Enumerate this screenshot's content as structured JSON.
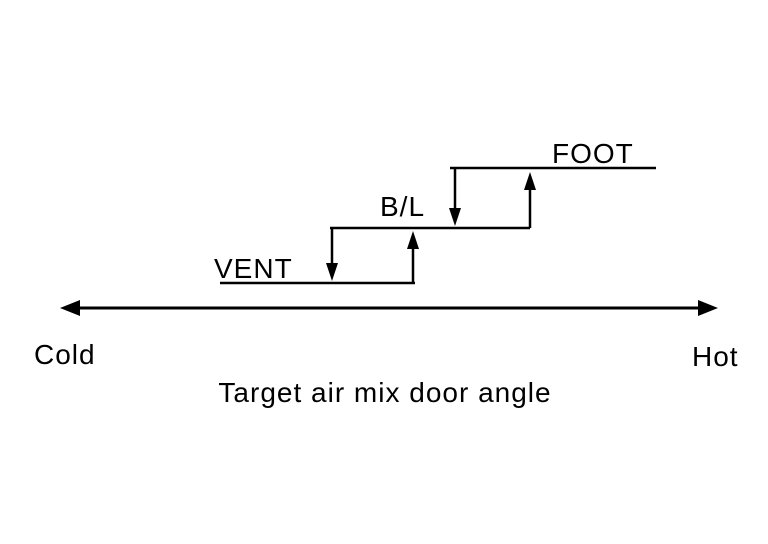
{
  "diagram": {
    "title": "Target air mix door angle",
    "axis": {
      "left_label": "Cold",
      "right_label": "Hot"
    },
    "modes": [
      {
        "label": "VENT"
      },
      {
        "label": "B/L"
      },
      {
        "label": "FOOT"
      }
    ],
    "colors": {
      "line": "#000000",
      "background": "#ffffff"
    }
  }
}
